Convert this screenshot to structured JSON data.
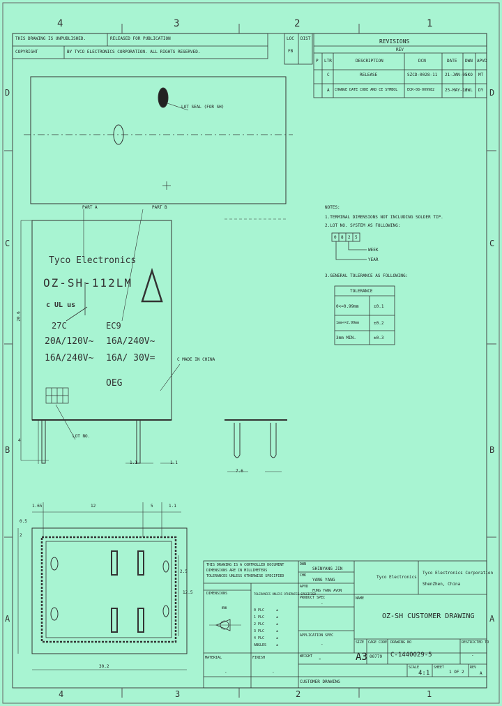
{
  "border": {
    "top_zones": [
      "4",
      "3",
      "2",
      "1"
    ],
    "bottom_zones": [
      "4",
      "3",
      "2",
      "1"
    ],
    "left_zones": [
      "D",
      "C",
      "B",
      "A"
    ],
    "right_zones": [
      "D",
      "C",
      "B",
      "A"
    ]
  },
  "header": {
    "note": "THIS DRAWING IS UNPUBLISHED.",
    "copyright": "COPYRIGHT",
    "copyright_by": "BY TYCO ELECTRONICS CORPORATION. ALL RIGHTS RESERVED.",
    "release": "RELEASED FOR PUBLICATION",
    "loc": "LOC",
    "loc_value": "FB",
    "dist": "DIST"
  },
  "revisions": {
    "title": "REVISIONS",
    "subtitle": "REV",
    "columns": [
      "P",
      "LTR",
      "DESCRIPTION",
      "DCN",
      "DATE",
      "DWN",
      "APVD"
    ],
    "rows": [
      [
        "",
        "C",
        "RELEASE",
        "SZCD-0028-11",
        "21-JAN-05",
        "SKO",
        "MT"
      ],
      [
        "",
        "A",
        "CHANGE DATE CODE AND CE SYMBOL",
        "ECR-08-009982",
        "25-MAY-10",
        "JWL",
        "DY"
      ]
    ]
  },
  "drawing": {
    "top_view_label": "LOT SEAL (FOR SH)",
    "part_a": "PART A",
    "part_b": "PART B",
    "brand": "Tyco Electronics",
    "model": "OZ-SH-112LM",
    "ul_mark": "c UL us",
    "rating_1": "20A/120V~",
    "rating_2": "16A/240V~",
    "rating_3": "16A/240V~",
    "rating_4": "16A/ 30V=",
    "small_1": "27C",
    "small_2": "EC9",
    "oeg": "OEG",
    "made_in": "CHINA",
    "made_label": "C MADE IN CHINA",
    "lot_no": "LOT NO.",
    "dims": {
      "height": "20.6",
      "pin_len": "4",
      "pin_w1": "1.1",
      "pin_w2": "1.1",
      "pin_pitch": "7.6",
      "top_a": "1.65",
      "top_b": "12",
      "top_c": "5",
      "top_d": "1.1",
      "side_a": "2",
      "side_b": "0.5",
      "side_c": "2.5",
      "side_d": "12.5",
      "overall": "30.2"
    }
  },
  "notes": {
    "title": "NOTES:",
    "items": [
      "1.TERMINAL DIMENSIONS NOT INCLUDING SOLDER TIP.",
      "2.LOT NO. SYSTEM AS FOLLOWING:"
    ],
    "lot_boxes": [
      "0",
      "8",
      "2",
      "5"
    ],
    "week_label": "WEEK",
    "year_label": "YEAR",
    "tolerance_title": "3.GENERAL TOLERANCE AS FOLLOWING:",
    "tolerance_header": "TOLERANCE",
    "tolerance_rows": [
      [
        "0<=0.99mm",
        "±0.1"
      ],
      [
        "1mm<=2.99mm",
        "±0.2"
      ],
      [
        "3mm MIN.",
        "±0.3"
      ]
    ]
  },
  "title_block": {
    "legal": "THIS DRAWING IS A CONTROLLED DOCUMENT",
    "legal_2": "DIMENSIONS ARE IN MILLIMETERS",
    "legal_3": "TOLERANCES UNLESS OTHERWISE SPECIFIED",
    "dimensions_label": "DIMENSIONS",
    "dimensions_unit": "mm",
    "tolerances_label": "TOLERANCES UNLESS OTHERWISE SPECIFIED",
    "tol_lines": [
      "0 PLC",
      "1 PLC",
      "2 PLC",
      "3 PLC",
      "4 PLC",
      "ANGLES"
    ],
    "tol_values": [
      "±",
      "±",
      "±",
      "±",
      "±",
      "±"
    ],
    "dwn_label": "DWN",
    "dwn_value": "SHINYANG JIN",
    "chk_label": "CHK",
    "chk_value": "YANG YANG",
    "apvd_label": "APVD",
    "apvd_value": "FUNG YANG AVON",
    "product_spec_label": "PRODUCT SPEC",
    "product_spec_value": "-",
    "application_spec_label": "APPLICATION SPEC",
    "application_spec_value": "-",
    "weight_label": "WEIGHT",
    "weight_value": "-",
    "material_label": "MATERIAL",
    "material_value": "-",
    "finish_label": "FINISH",
    "finish_value": "-",
    "company_brand": "Tyco Electronics",
    "company_name": "Tyco Electronics Corporation",
    "company_city": "ShenZhen, China",
    "name_label": "NAME",
    "name_value": "OZ-SH CUSTOMER DRAWING",
    "size_label": "SIZE",
    "size_value": "A3",
    "cage_label": "CAGE CODE",
    "cage_value": "00779",
    "drawing_no_label": "DRAWING NO",
    "drawing_no_value": "C-1440029-5",
    "restricted_label": "RESTRICTED TO",
    "restricted_value": "-",
    "scale_label": "SCALE",
    "scale_value": "4:1",
    "sheet_label": "SHEET",
    "sheet_value": "1 OF 2",
    "rev_label": "REV",
    "rev_value": "A",
    "customer_drawing": "CUSTOMER DRAWING"
  }
}
